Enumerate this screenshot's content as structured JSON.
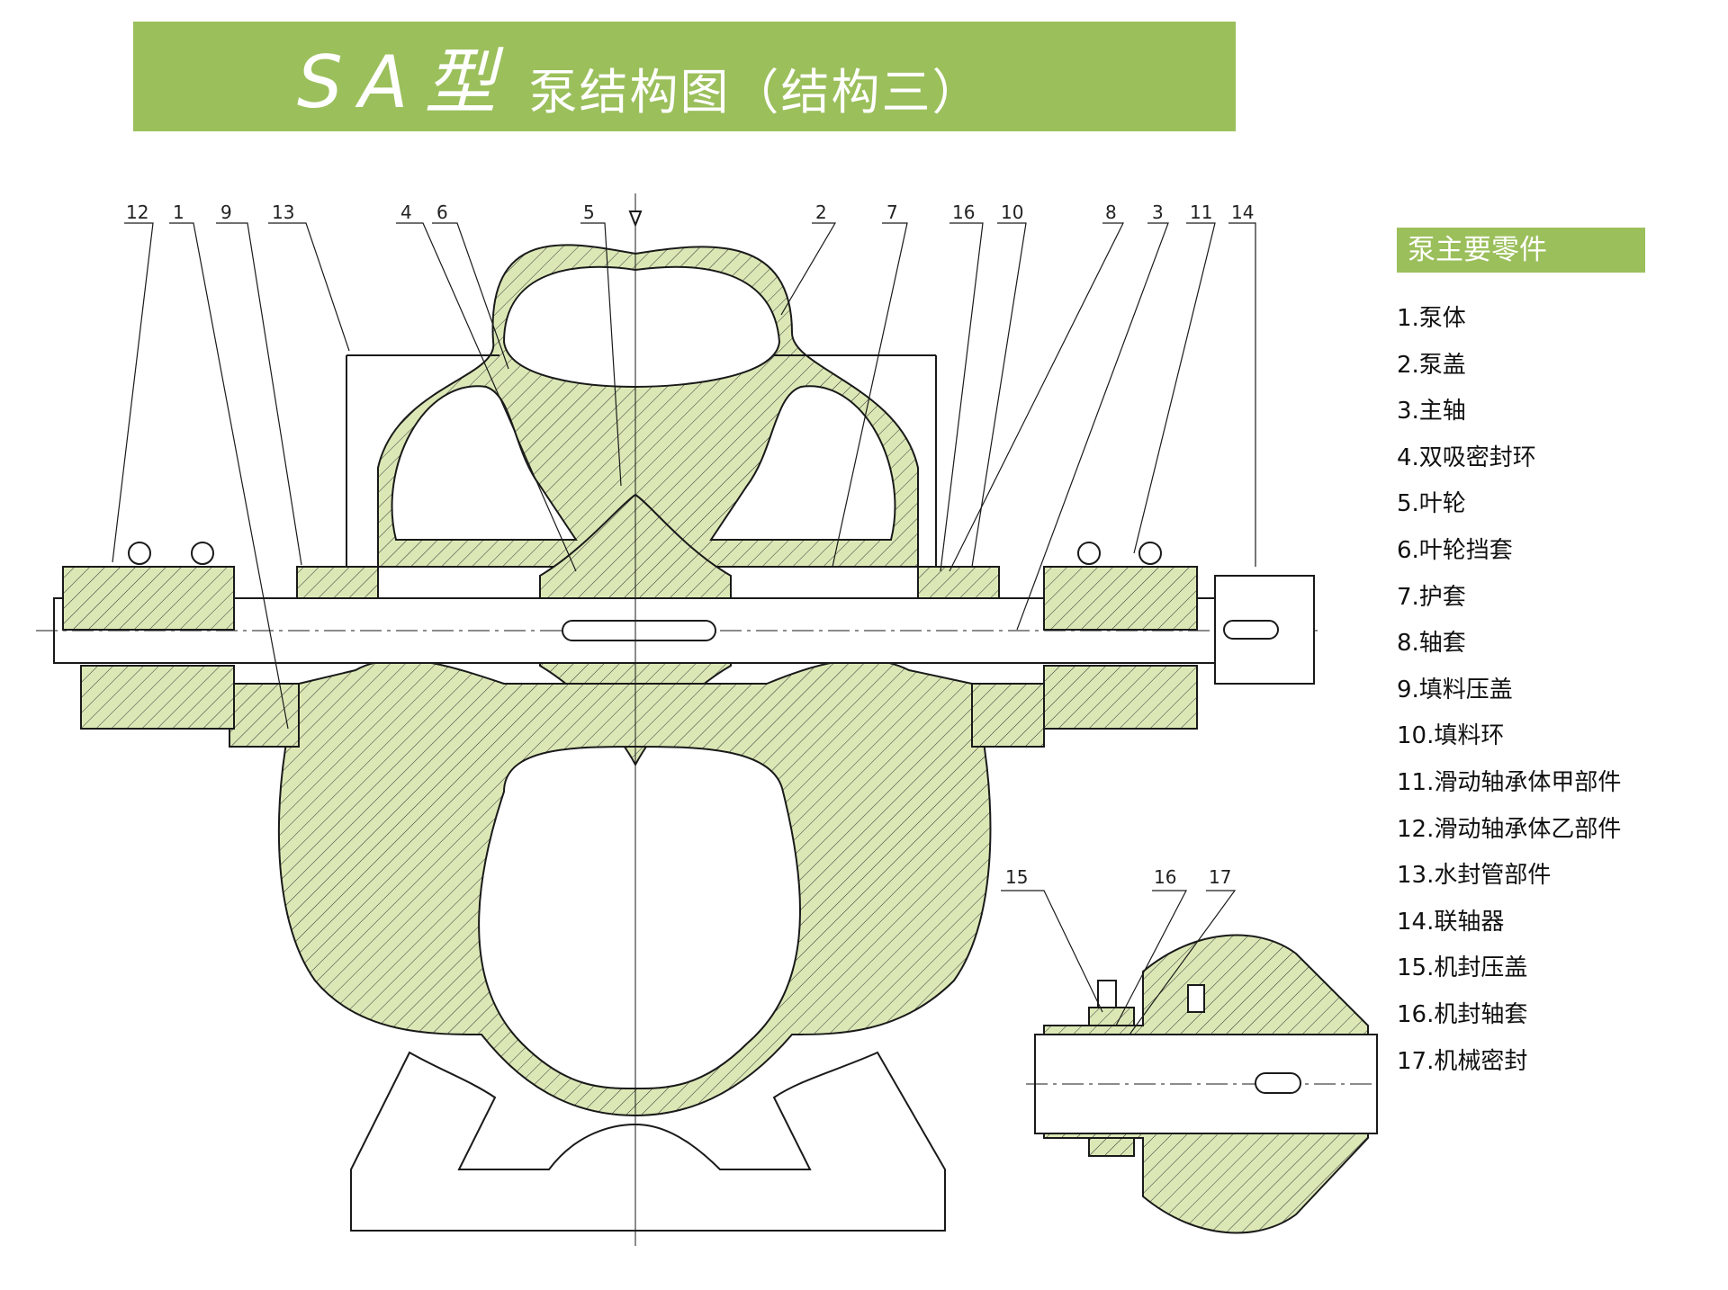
{
  "title": {
    "main": "SA型",
    "sub": "泵结构图（结构三）"
  },
  "parts_header": "泵主要零件",
  "parts": [
    "1.泵体",
    "2.泵盖",
    "3.主轴",
    "4.双吸密封环",
    "5.叶轮",
    "6.叶轮挡套",
    "7.护套",
    "8.轴套",
    "9.填料压盖",
    "10.填料环",
    "11.滑动轴承体甲部件",
    "12.滑动轴承体乙部件",
    "13.水封管部件",
    "14.联轴器",
    "15.机封压盖",
    "16.机封轴套",
    "17.机械密封"
  ],
  "callouts_main": [
    "12",
    "1",
    "9",
    "13",
    "4",
    "6",
    "5",
    "2",
    "7",
    "16",
    "10",
    "8",
    "3",
    "11",
    "14"
  ],
  "callouts_inset": [
    "15",
    "16",
    "17"
  ],
  "colors": {
    "banner": "#9bbf5b",
    "casting": "#dbe8b6",
    "line": "#1a1a1a"
  }
}
